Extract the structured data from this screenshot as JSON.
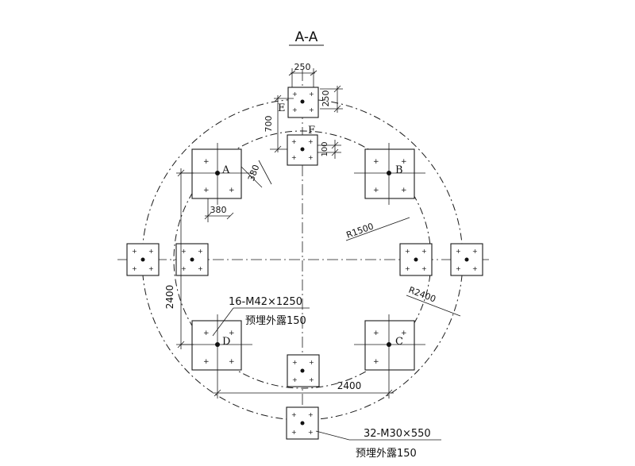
{
  "title": "A-A",
  "points": {
    "A": "A",
    "B": "B",
    "C": "C",
    "D": "D",
    "E": "E",
    "F": "F"
  },
  "dims": {
    "d250_top": "250",
    "d250_side": "250",
    "d700": "700",
    "d100": "100",
    "d380_diag": "380",
    "d380_h": "380",
    "d2400_v": "2400",
    "d2400_h": "2400",
    "r1500": "R1500",
    "r2400": "R2400"
  },
  "notes": {
    "bolt1_spec": "16-M42×1250",
    "bolt1_note": "预埋外露150",
    "bolt2_spec": "32-M30×550",
    "bolt2_note": "预埋外露150"
  }
}
